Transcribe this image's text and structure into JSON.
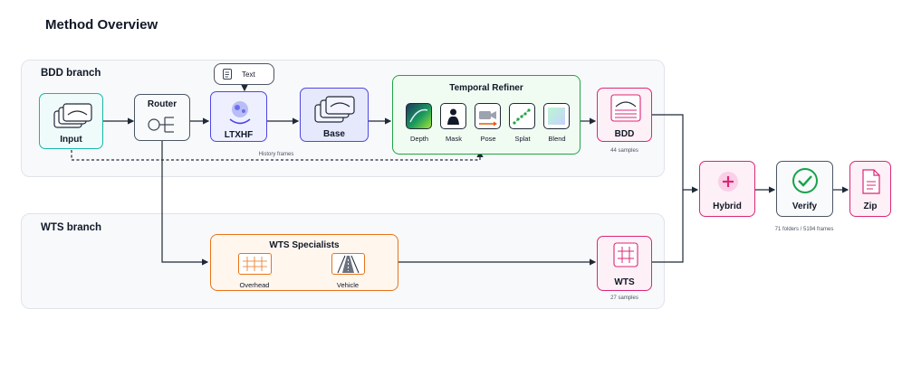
{
  "title": "Method Overview",
  "branches": {
    "bdd": {
      "label": "BDD branch"
    },
    "wts": {
      "label": "WTS branch"
    }
  },
  "nodes": {
    "text": "Text",
    "input": "Input",
    "router": "Router",
    "ltxhf": "LTXHF",
    "base": "Base",
    "temporal_refiner": {
      "title": "Temporal Refiner",
      "items": [
        "Depth",
        "Mask",
        "Pose",
        "Splat",
        "Blend"
      ]
    },
    "bdd": {
      "label": "BDD",
      "caption": "44 samples"
    },
    "wts_specialists": {
      "title": "WTS Specialists",
      "items": [
        "Overhead",
        "Vehicle"
      ]
    },
    "wts": {
      "label": "WTS",
      "caption": "27 samples"
    },
    "hybrid": "Hybrid",
    "verify": {
      "label": "Verify",
      "caption": "71 folders / 5194 frames"
    },
    "zip": "Zip"
  },
  "edges": {
    "history": "History frames"
  },
  "colors": {
    "input": "#14b8a6",
    "ltxhf": "#4f46e5",
    "refiner": "#22a447",
    "bdd": "#db2777",
    "wts_specialists": "#ea7317",
    "verify": "#16a34a"
  }
}
